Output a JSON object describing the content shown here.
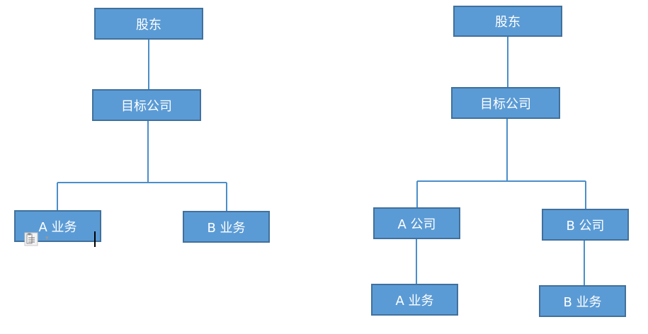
{
  "left_diagram": {
    "shareholder": "股东",
    "target_company": "目标公司",
    "business_a": "A 业务",
    "business_b": "B 业务"
  },
  "right_diagram": {
    "shareholder": "股东",
    "target_company": "目标公司",
    "company_a": "A 公司",
    "company_b": "B 公司",
    "business_a": "A 业务",
    "business_b": "B 业务"
  },
  "colors": {
    "box_fill": "#5b9bd5",
    "box_border": "#41719c",
    "connector": "#4a8ec9",
    "text": "#ffffff"
  },
  "icons": {
    "paste_options": "paste-options-icon",
    "text_cursor": "text-cursor-icon"
  }
}
